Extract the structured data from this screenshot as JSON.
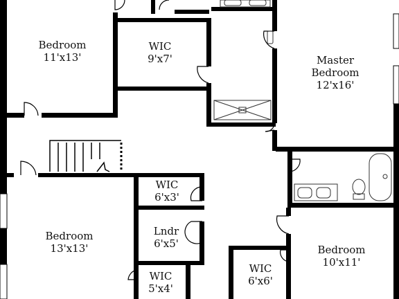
{
  "colors": {
    "wall": "#000000",
    "fixture": "#333333",
    "background": "#ffffff"
  },
  "rooms": [
    {
      "key": "bedroom_nw",
      "name": "Bedroom",
      "size": "11'x13'"
    },
    {
      "key": "wic_top",
      "name": "WIC",
      "size": "9'x7'"
    },
    {
      "key": "master",
      "name": "Master",
      "name2": "Bedroom",
      "size": "12'x16'"
    },
    {
      "key": "wic_small",
      "name": "WIC",
      "size": "6'x3'"
    },
    {
      "key": "laundry",
      "name": "Lndr",
      "size": "6'x5'"
    },
    {
      "key": "wic_bottom",
      "name": "WIC",
      "size": "5'x4'"
    },
    {
      "key": "bedroom_sw",
      "name": "Bedroom",
      "size": "13'x13'"
    },
    {
      "key": "wic_se",
      "name": "WIC",
      "size": "6'x6'"
    },
    {
      "key": "bedroom_se",
      "name": "Bedroom",
      "size": "10'x11'"
    }
  ]
}
